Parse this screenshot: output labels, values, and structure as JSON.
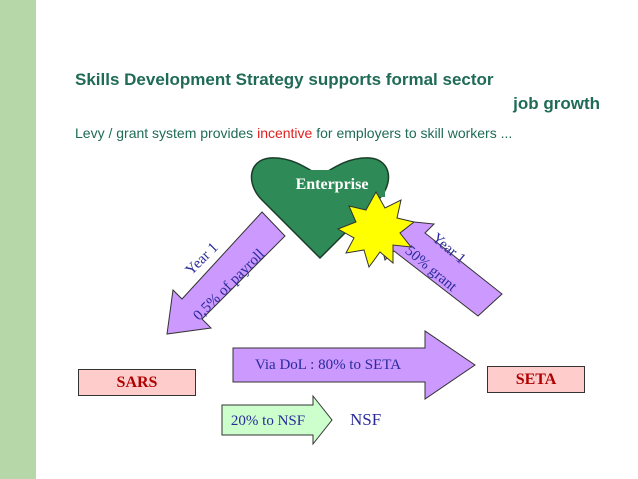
{
  "title": {
    "line1": "Skills Development Strategy supports formal sector",
    "line2": "job growth"
  },
  "subtitle": {
    "before": "Levy / grant system provides ",
    "highlight": "incentive",
    "after": " for employers to skill workers ..."
  },
  "diagram": {
    "enterprise": "Enterprise",
    "left_arrow": {
      "line1": "Year 1",
      "line2": "0,5% of payroll"
    },
    "right_arrow": {
      "line1": "Year 1",
      "line2": "50% grant"
    },
    "middle_arrow": "Via DoL : 80% to SETA",
    "nsf_arrow": "20% to NSF",
    "nsf_label": "NSF",
    "sars": "SARS",
    "seta": "SETA"
  },
  "colors": {
    "title": "#1f6b56",
    "highlight": "#e02020",
    "heart": "#2e8b57",
    "lavender": "#cc99ff",
    "nsf_arrow": "#ccffcc",
    "box_fill": "#ffcccc",
    "box_text": "#b00000",
    "star": "#ffff00"
  }
}
